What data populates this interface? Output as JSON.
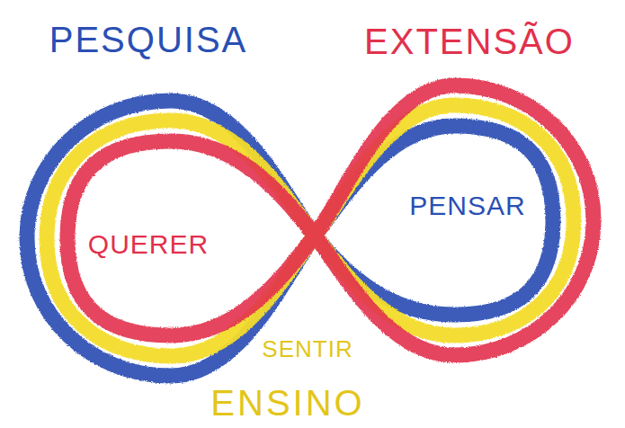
{
  "diagram": {
    "labels": [
      "PESQUISA",
      "EXTENSÃO",
      "QUERER",
      "PENSAR",
      "SENTIR",
      "ENSINO"
    ]
  }
}
